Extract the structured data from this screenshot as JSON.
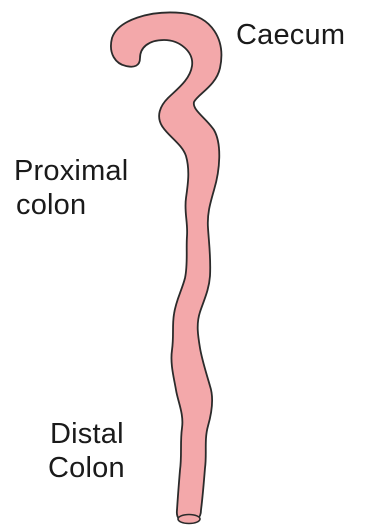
{
  "diagram": {
    "colors": {
      "organ_fill": "#f3a8aa",
      "organ_outline": "#2b2b2b",
      "text": "#1a1a1a",
      "background": "#ffffff"
    },
    "labels": {
      "caecum": "Caecum",
      "proximal_line1": "Proximal",
      "proximal_line2": "colon",
      "distal_line1": "Distal",
      "distal_line2": "Colon"
    }
  }
}
